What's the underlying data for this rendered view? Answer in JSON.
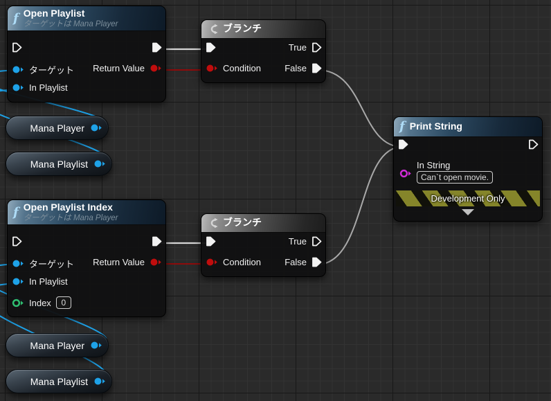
{
  "colors": {
    "pin_exec": "#f2f2f2",
    "pin_blue": "#1ea2e8",
    "pin_red": "#c00d0d",
    "pin_green": "#2fbf71",
    "pin_magenta": "#cf2bd6",
    "wire_exec": "#cfcfcf",
    "wire_flow_gray": "#a9a9a9",
    "wire_blue": "#1ea2e8",
    "wire_red": "#9c0707",
    "header_function": "#2c4a62",
    "header_branch": "#8f8f8f",
    "banner_olive": "#85852a"
  },
  "nodes": {
    "open_playlist": {
      "icon": "f",
      "title": "Open Playlist",
      "subtitle": "ターゲットは Mana Player",
      "pins": {
        "target": "ターゲット",
        "in_playlist": "In Playlist",
        "return_value": "Return Value"
      }
    },
    "open_playlist_index": {
      "icon": "f",
      "title": "Open Playlist Index",
      "subtitle": "ターゲットは Mana Player",
      "pins": {
        "target": "ターゲット",
        "in_playlist": "In Playlist",
        "index": "Index",
        "return_value": "Return Value"
      },
      "index_value": "0"
    },
    "branch_top": {
      "title": "ブランチ",
      "pins": {
        "condition": "Condition",
        "true_out": "True",
        "false_out": "False"
      }
    },
    "branch_bottom": {
      "title": "ブランチ",
      "pins": {
        "condition": "Condition",
        "true_out": "True",
        "false_out": "False"
      }
    },
    "print_string": {
      "icon": "f",
      "title": "Print String",
      "pins": {
        "in_string": "In String"
      },
      "in_string_value": "Can`t open movie.",
      "dev_banner": "Development Only"
    },
    "variables": {
      "mana_player": "Mana Player",
      "mana_playlist": "Mana Playlist"
    }
  },
  "connections": [
    "Open Playlist.exec -> ブランチ(top).exec",
    "Open Playlist.Return Value -> ブランチ(top).Condition",
    "ブランチ(top).False -> Print String.exec",
    "Mana Player -> Open Playlist.ターゲット",
    "Mana Playlist -> Open Playlist.In Playlist",
    "Open Playlist Index.exec -> ブランチ(bottom).exec",
    "Open Playlist Index.Return Value -> ブランチ(bottom).Condition",
    "ブランチ(bottom).False -> Print String.exec",
    "Mana Player -> Open Playlist Index.ターゲット",
    "Mana Playlist -> Open Playlist Index.In Playlist"
  ]
}
